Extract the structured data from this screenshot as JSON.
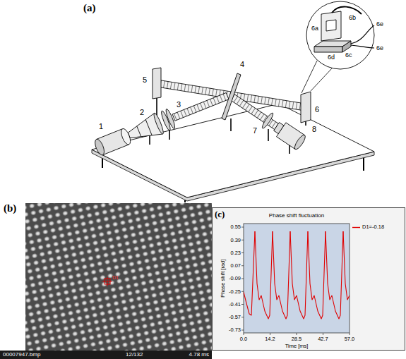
{
  "diagram": {
    "labels": [
      "(a)",
      "1",
      "2",
      "3",
      "4",
      "5",
      "6",
      "7",
      "8",
      "6a",
      "6b",
      "6c",
      "6d",
      "6e",
      "6e",
      "(b)",
      "D1",
      "00007947.bmp",
      "12/132",
      "4.78 ms",
      "(c)",
      "Phase shift fluctuation",
      "Phase shift [rad]",
      "0.55",
      "0.39",
      "0.23",
      "0.07",
      "-0.09",
      "-0.25",
      "-0.41",
      "-0.57",
      "-0.73",
      "0.0",
      "14.2",
      "28.5",
      "42.7",
      "57.0",
      "Time [ms]"
    ],
    "legend": [
      {
        "text": "D1=-0.18"
      }
    ]
  }
}
